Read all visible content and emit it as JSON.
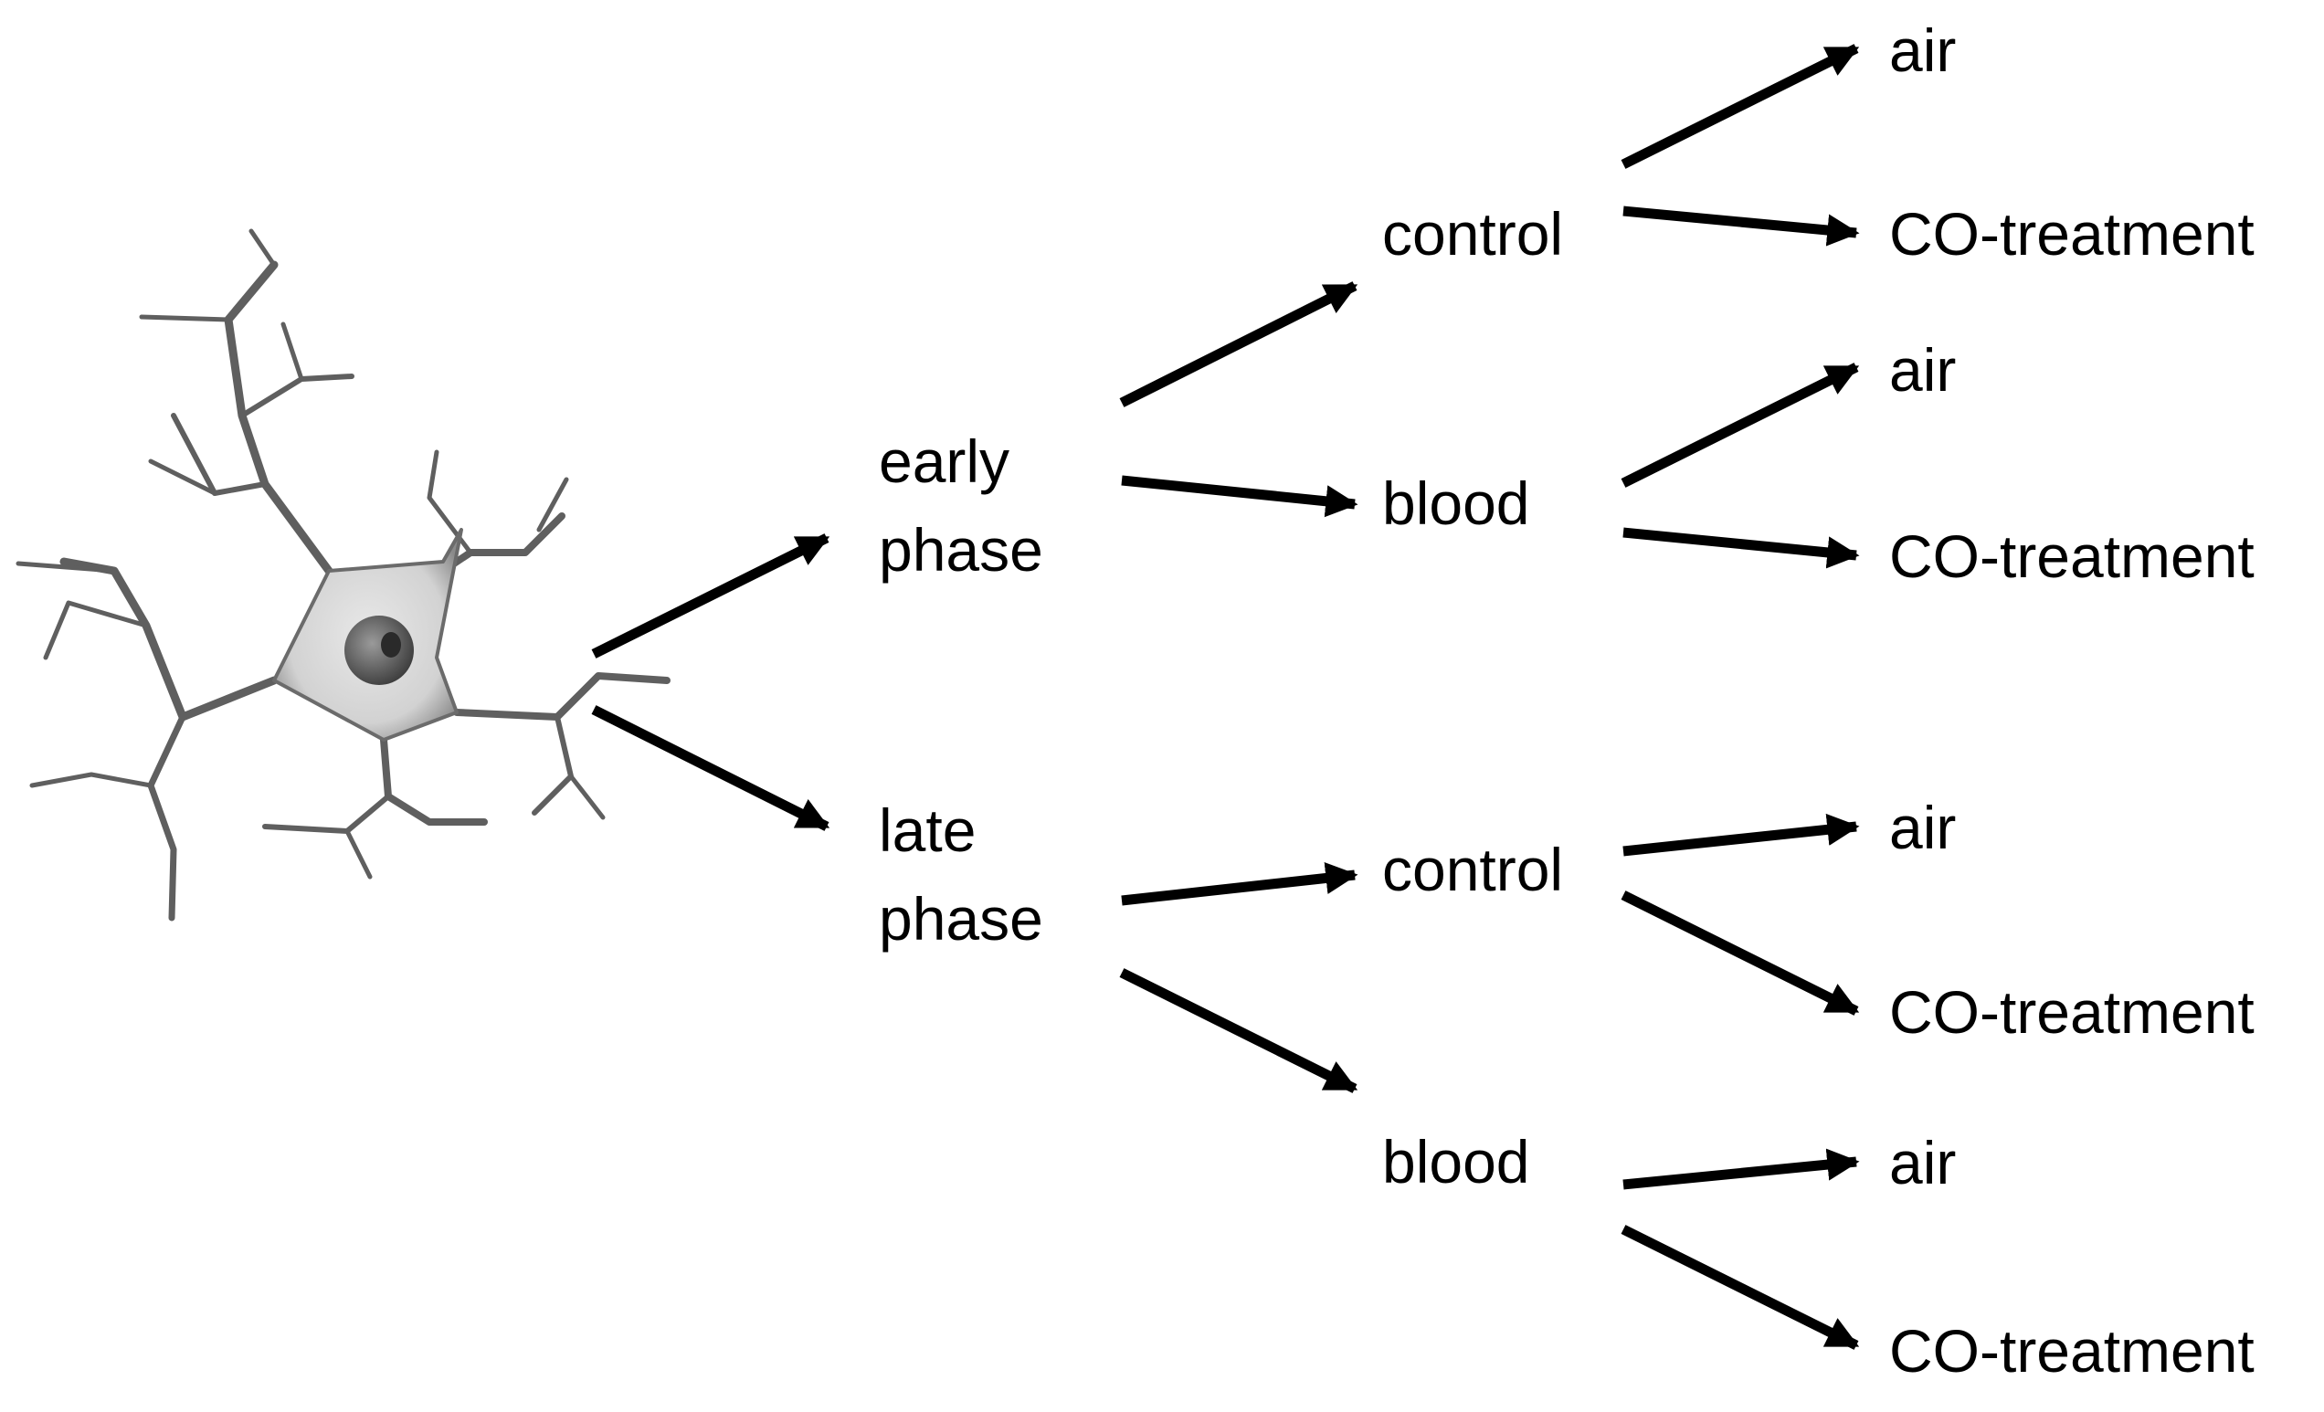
{
  "colors": {
    "text": "#000000",
    "arrow": "#000000",
    "neuron_outline": "#5f5f5f",
    "neuron_body": "#d9d9d9",
    "nucleus": "#6b6b6b",
    "nucleolus": "#2a2a2a"
  },
  "icon": "neuron-illustration",
  "phases": [
    {
      "lines": [
        "early",
        "phase"
      ],
      "groups": [
        {
          "label": "control",
          "leaves": [
            "air",
            "CO-treatment"
          ]
        },
        {
          "label": "blood",
          "leaves": [
            "air",
            "CO-treatment"
          ]
        }
      ]
    },
    {
      "lines": [
        "late",
        "phase"
      ],
      "groups": [
        {
          "label": "control",
          "leaves": [
            "air",
            "CO-treatment"
          ]
        },
        {
          "label": "blood",
          "leaves": [
            "air",
            "CO-treatment"
          ]
        }
      ]
    }
  ]
}
